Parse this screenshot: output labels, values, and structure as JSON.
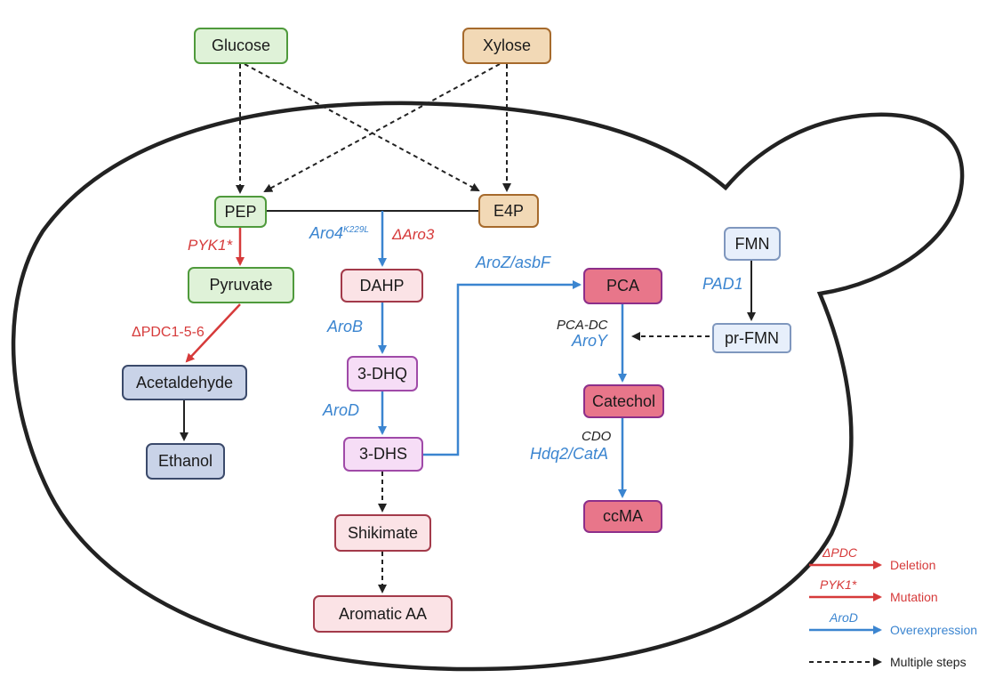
{
  "nodes": {
    "glucose": "Glucose",
    "xylose": "Xylose",
    "pep": "PEP",
    "e4p": "E4P",
    "pyruvate": "Pyruvate",
    "acetaldehyde": "Acetaldehyde",
    "ethanol": "Ethanol",
    "dahp": "DAHP",
    "dhq": "3-DHQ",
    "dhs": "3-DHS",
    "shikimate": "Shikimate",
    "aromatic_aa": "Aromatic AA",
    "pca": "PCA",
    "catechol": "Catechol",
    "ccma": "ccMA",
    "fmn": "FMN",
    "pr_fmn": "pr-FMN"
  },
  "labels": {
    "pyk1": "PYK1*",
    "pdc": "ΔPDC1-5-6",
    "aro4": "Aro4",
    "aro4_sup": "K229L",
    "aro3": "ΔAro3",
    "arob": "AroB",
    "arod": "AroD",
    "aroz": "AroZ/asbF",
    "pca_dc": "PCA-DC",
    "aroy": "AroY",
    "cdo": "CDO",
    "hdq2": "Hdq2/CatA",
    "pad1": "PAD1"
  },
  "legend": {
    "deletion_lbl": "ΔPDC",
    "deletion_text": "Deletion",
    "mutation_lbl": "PYK1*",
    "mutation_text": "Mutation",
    "overexpr_lbl": "AroD",
    "overexpr_text": "Overexpression",
    "multi_text": "Multiple steps"
  },
  "colors": {
    "deletion": "#d63a3a",
    "mutation": "#d63a3a",
    "overexpression": "#3b85d0",
    "multiple_steps": "#222222"
  }
}
